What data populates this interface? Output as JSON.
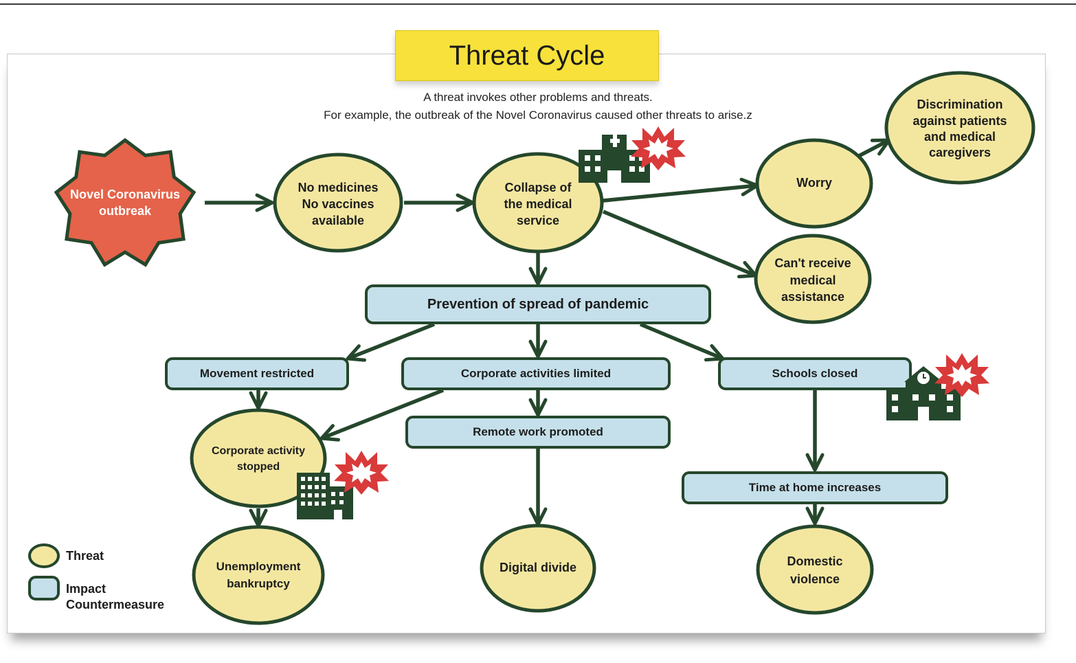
{
  "title": "Threat Cycle",
  "subtitle_line1": "A threat invokes other problems and threats.",
  "subtitle_line2": "For example, the outbreak of the Novel Coronavirus caused other threats to arise.z",
  "colors": {
    "threat_fill": "#f3e7a0",
    "impact_fill": "#c5e0ea",
    "outline": "#25472c",
    "outbreak_fill": "#e4634a",
    "burst": "#d93a3a",
    "title_fill": "#f7e13a"
  },
  "nodes": {
    "outbreak": "Novel Coronavirus\noutbreak",
    "no_medicines": "No medicines\nNo vaccines\navailable",
    "collapse": "Collapse of\nthe medical\nservice",
    "worry": "Worry",
    "discrimination": "Discrimination\nagainst patients\nand medical\ncaregivers",
    "cant_receive": "Can't receive\nmedical\nassistance",
    "prevention": "Prevention of spread of pandemic",
    "movement": "Movement restricted",
    "corporate_limited": "Corporate activities limited",
    "schools_closed": "Schools closed",
    "remote_work": "Remote work promoted",
    "corporate_stopped": "Corporate activity\nstopped",
    "unemployment": "Unemployment\nbankruptcy",
    "digital_divide": "Digital divide",
    "time_home": "Time at home increases",
    "domestic_violence": "Domestic\nviolence"
  },
  "legend": {
    "threat": "Threat",
    "impact": "Impact\nCountermeasure"
  },
  "icons": [
    "hospital-icon",
    "school-icon",
    "office-building-icon",
    "burst-icon"
  ]
}
